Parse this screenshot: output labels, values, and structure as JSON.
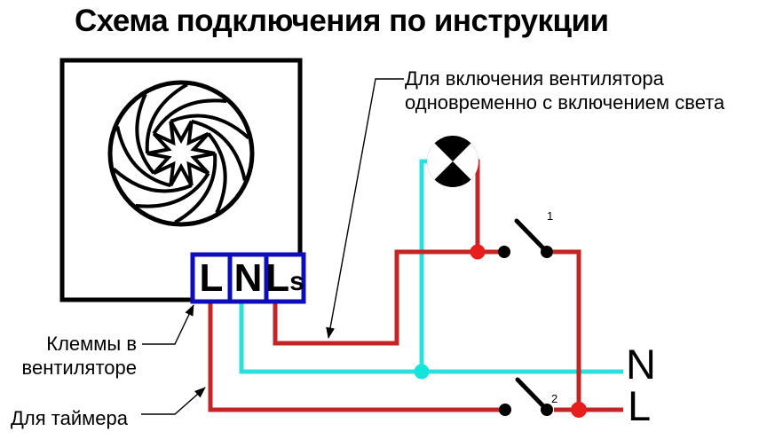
{
  "title": "Схема подключения по инструкции",
  "annotations": {
    "light_label_line1": "Для включения вентилятора",
    "light_label_line2": "одновременно с включением света",
    "terminals_label_line1": "Клеммы в",
    "terminals_label_line2": "вентиляторе",
    "timer_label": "Для таймера"
  },
  "terminals": [
    {
      "label": "L"
    },
    {
      "label": "N"
    },
    {
      "label": "L",
      "sub": "s"
    }
  ],
  "switches": [
    {
      "label": "1"
    },
    {
      "label": "2"
    }
  ],
  "bus_labels": {
    "neutral": "N",
    "line": "L"
  },
  "colors": {
    "wire-red": "#c32424",
    "wire-cyan": "#2be0dc",
    "junction-red": "#e81d1d",
    "junction-cyan": "#15e4da",
    "terminal-blue": "#0d0dbd",
    "diagram-black": "#000000"
  }
}
